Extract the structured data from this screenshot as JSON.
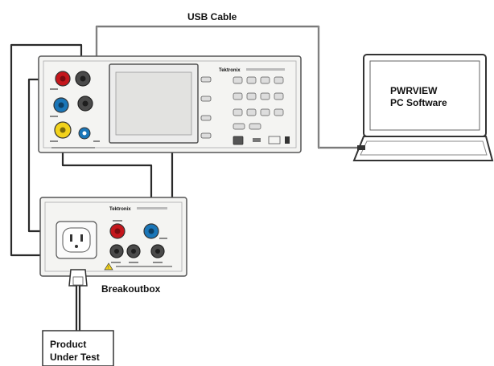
{
  "labels": {
    "usb_cable": "USB Cable",
    "software_line1": "PWRVIEW",
    "software_line2": "PC Software",
    "breakout_box": "Breakoutbox",
    "put_line1": "Product",
    "put_line2": "Under Test",
    "meter_brand": "Tektronix",
    "breakout_brand": "Tektronix"
  },
  "colors": {
    "terminal_red": "#c4161c",
    "terminal_blue": "#1a76b8",
    "terminal_yellow": "#f2d21b",
    "terminal_gray": "#4a4a4a",
    "wire": "#2a2a2a",
    "panel": "#f4f4f2"
  },
  "icons": [
    "warning-icon",
    "ac-outlet-icon",
    "power-plug-icon",
    "usb-port-icon"
  ]
}
